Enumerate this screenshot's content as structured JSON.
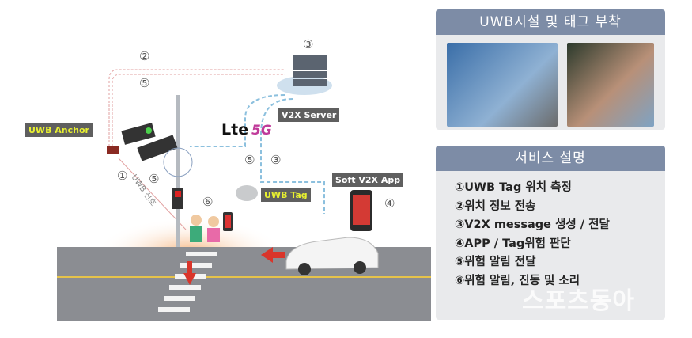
{
  "diagram": {
    "labels": {
      "uwb_anchor": "UWB Anchor",
      "v2x_server": "V2X Server",
      "soft_v2x_app": "Soft V2X App",
      "uwb_tag": "UWB Tag",
      "uwb_signal": "UWB 신호",
      "lte": "Lte",
      "fiveg": "5G"
    },
    "step_markers": [
      "②",
      "⑤",
      "③",
      "①",
      "⑤",
      "⑤",
      "③",
      "⑥",
      "④"
    ]
  },
  "facility_panel": {
    "title": "UWB시설 및 태그 부착"
  },
  "service_panel": {
    "title": "서비스  설명",
    "items": [
      "①UWB Tag 위치 측정",
      "②위치 정보 전송",
      "③V2X message 생성 / 전달",
      "④APP / Tag위험 판단",
      "⑤위험 알림 전달",
      "⑥위험 알림, 진동 및 소리"
    ]
  },
  "watermark": "스포츠동아"
}
